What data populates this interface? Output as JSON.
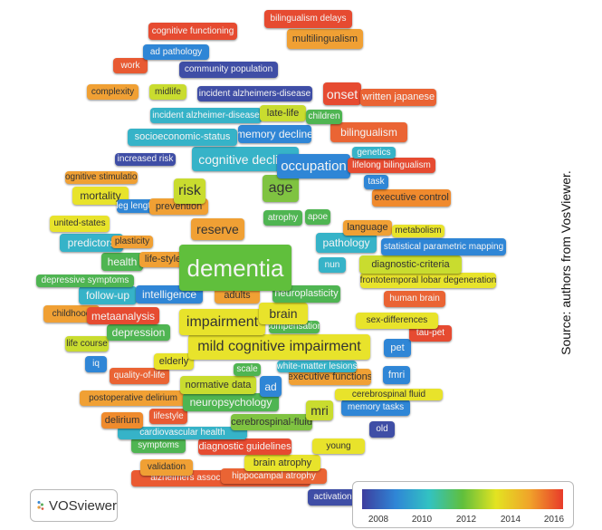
{
  "source_note": "Source: authors from VosViewer.",
  "brand": {
    "name": "VOSviewer"
  },
  "legend": {
    "colors": [
      "#3d3d9e",
      "#2f86d6",
      "#32c2c2",
      "#60bf3c",
      "#e3e321",
      "#f0a32a",
      "#e83a2a"
    ],
    "ticks": [
      "2008",
      "2010",
      "2012",
      "2014",
      "2016"
    ]
  },
  "keywords": [
    {
      "label": "alzheimers association workgroups",
      "color": "#ea5a32"
    },
    {
      "label": "activation",
      "color": "#3f4ea6"
    },
    {
      "label": "validation",
      "color": "#f0a034"
    },
    {
      "label": "hippocampal atrophy",
      "color": "#ea6434"
    },
    {
      "label": "brain atrophy",
      "color": "#e8e32b"
    },
    {
      "label": "symptoms",
      "color": "#4fb552"
    },
    {
      "label": "diagnostic guidelines",
      "color": "#e64b31"
    },
    {
      "label": "young",
      "color": "#e8e32b"
    },
    {
      "label": "cardiovascular health",
      "color": "#36b3c8"
    },
    {
      "label": "delirium",
      "color": "#ef8b2d"
    },
    {
      "label": "lifestyle",
      "color": "#e85a32"
    },
    {
      "label": "cerebrospinal-fluid",
      "color": "#7fc341"
    },
    {
      "label": "old",
      "color": "#3f4ea6"
    },
    {
      "label": "postoperative delirium",
      "color": "#f0a034"
    },
    {
      "label": "neuropsychology",
      "color": "#4fb552"
    },
    {
      "label": "mri",
      "color": "#c9dc2f"
    },
    {
      "label": "memory tasks",
      "color": "#2f86d6"
    },
    {
      "label": "cerebrospinal fluid",
      "color": "#e8e32b"
    },
    {
      "label": "normative data",
      "color": "#c9dc2f"
    },
    {
      "label": "ad",
      "color": "#2f86d6"
    },
    {
      "label": "fmri",
      "color": "#2f86d6"
    },
    {
      "label": "quality-of-life",
      "color": "#ea6434"
    },
    {
      "label": "scale",
      "color": "#4fb552"
    },
    {
      "label": "executive functions",
      "color": "#f0a034"
    },
    {
      "label": "white-matter lesions",
      "color": "#36b3c8"
    },
    {
      "label": "elderly",
      "color": "#e8e32b"
    },
    {
      "label": "iq",
      "color": "#2f86d6"
    },
    {
      "label": "life course",
      "color": "#c9dc2f"
    },
    {
      "label": "depression",
      "color": "#4fb552"
    },
    {
      "label": "mild cognitive impairment",
      "color": "#e8e32b"
    },
    {
      "label": "pet",
      "color": "#2f86d6"
    },
    {
      "label": "compensation",
      "color": "#4fb552"
    },
    {
      "label": "tau-pet",
      "color": "#e64b31"
    },
    {
      "label": "childhood",
      "color": "#f0a034"
    },
    {
      "label": "metaanalysis",
      "color": "#e64b31"
    },
    {
      "label": "impairment",
      "color": "#e8e32b"
    },
    {
      "label": "brain",
      "color": "#e8e32b"
    },
    {
      "label": "sex-differences",
      "color": "#e8e32b"
    },
    {
      "label": "follow-up",
      "color": "#36b3c8"
    },
    {
      "label": "intelligence",
      "color": "#2f86d6"
    },
    {
      "label": "adults",
      "color": "#f0a034"
    },
    {
      "label": "neuroplasticity",
      "color": "#4fb552"
    },
    {
      "label": "human brain",
      "color": "#ea6434"
    },
    {
      "label": "depressive symptoms",
      "color": "#4fb552"
    },
    {
      "label": "frontotemporal lobar degeneration",
      "color": "#e8e32b"
    },
    {
      "label": "health",
      "color": "#4fb552"
    },
    {
      "label": "life-style",
      "color": "#f0a034"
    },
    {
      "label": "dementia",
      "color": "#60bf3c"
    },
    {
      "label": "diagnostic-criteria",
      "color": "#c9dc2f"
    },
    {
      "label": "nun",
      "color": "#36b3c8"
    },
    {
      "label": "predictors",
      "color": "#36b3c8"
    },
    {
      "label": "plasticity",
      "color": "#f0a034"
    },
    {
      "label": "pathology",
      "color": "#36b3c8"
    },
    {
      "label": "statistical parametric mapping",
      "color": "#2f86d6"
    },
    {
      "label": "united-states",
      "color": "#e8e32b"
    },
    {
      "label": "reserve",
      "color": "#f0a034"
    },
    {
      "label": "language",
      "color": "#f0a034"
    },
    {
      "label": "metabolism",
      "color": "#e8e32b"
    },
    {
      "label": "atrophy",
      "color": "#4fb552"
    },
    {
      "label": "apoe",
      "color": "#4fb552"
    },
    {
      "label": "mortality",
      "color": "#e8e32b"
    },
    {
      "label": "leg length",
      "color": "#2f86d6"
    },
    {
      "label": "prevention",
      "color": "#f0a034"
    },
    {
      "label": "risk",
      "color": "#c9dc2f"
    },
    {
      "label": "age",
      "color": "#7fc341"
    },
    {
      "label": "executive control",
      "color": "#f08a2d"
    },
    {
      "label": "cognitive stimulation",
      "color": "#f0a034"
    },
    {
      "label": "task",
      "color": "#2f86d6"
    },
    {
      "label": "increased risk",
      "color": "#3f4ea6"
    },
    {
      "label": "cognitive decline",
      "color": "#36b3c8"
    },
    {
      "label": "occupation",
      "color": "#2f86d6"
    },
    {
      "label": "lifelong bilingualism",
      "color": "#e64b31"
    },
    {
      "label": "genetics",
      "color": "#36b3c8"
    },
    {
      "label": "socioeconomic-status",
      "color": "#36b3c8"
    },
    {
      "label": "memory decline",
      "color": "#2f86d6"
    },
    {
      "label": "bilingualism",
      "color": "#ea6434"
    },
    {
      "label": "incident alzheimer-disease",
      "color": "#36b3c8"
    },
    {
      "label": "late-life",
      "color": "#c9dc2f"
    },
    {
      "label": "children",
      "color": "#4fb552"
    },
    {
      "label": "complexity",
      "color": "#f0a034"
    },
    {
      "label": "midlife",
      "color": "#c9dc2f"
    },
    {
      "label": "incident alzheimers-disease",
      "color": "#3f4ea6"
    },
    {
      "label": "onset",
      "color": "#e64b31"
    },
    {
      "label": "written japanese",
      "color": "#ea6434"
    },
    {
      "label": "work",
      "color": "#e85a32"
    },
    {
      "label": "community population",
      "color": "#3f4ea6"
    },
    {
      "label": "ad pathology",
      "color": "#2f86d6"
    },
    {
      "label": "cognitive functioning",
      "color": "#e64b31"
    },
    {
      "label": "multilingualism",
      "color": "#f0a034"
    },
    {
      "label": "bilingualism delays",
      "color": "#e64b31"
    }
  ]
}
